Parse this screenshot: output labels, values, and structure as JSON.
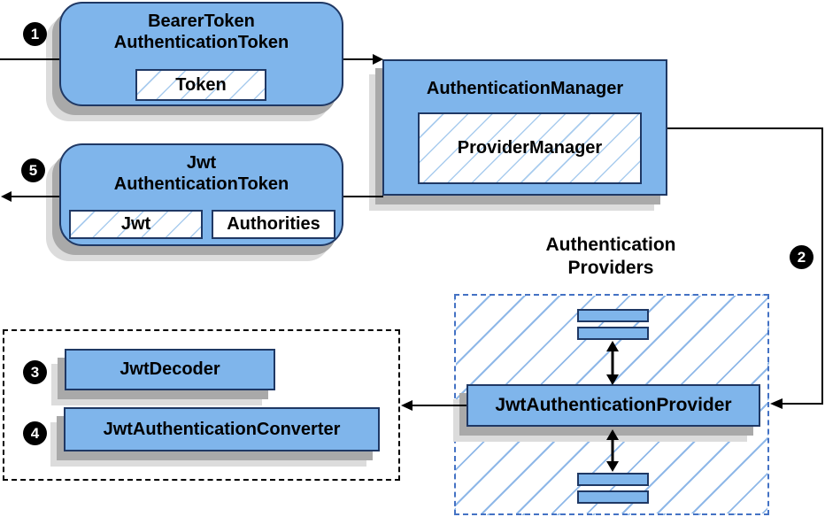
{
  "steps": {
    "one": "1",
    "two": "2",
    "three": "3",
    "four": "4",
    "five": "5"
  },
  "bearer": {
    "title_line1": "BearerToken",
    "title_line2": "AuthenticationToken",
    "inner_token": "Token"
  },
  "manager": {
    "title": "AuthenticationManager",
    "inner": "ProviderManager"
  },
  "jwt_token": {
    "title_line1": "Jwt",
    "title_line2": "AuthenticationToken",
    "inner_jwt": "Jwt",
    "inner_authorities": "Authorities"
  },
  "providers": {
    "label_line1": "Authentication",
    "label_line2": "Providers",
    "provider": "JwtAuthenticationProvider"
  },
  "converters": {
    "decoder": "JwtDecoder",
    "converter": "JwtAuthenticationConverter"
  },
  "colors": {
    "box_fill": "#7FB5EB",
    "box_border": "#1F3864",
    "hatch_inner": "#A9CCEE",
    "hatch_outer": "#8FB8E8",
    "dashed_blue_border": "#4472C4",
    "dashed_black_border": "#000000",
    "shadow_dark": "#A9A9A9",
    "shadow_light": "#DCDCDC",
    "badge_bg": "#000000",
    "badge_text": "#FFFFFF"
  }
}
